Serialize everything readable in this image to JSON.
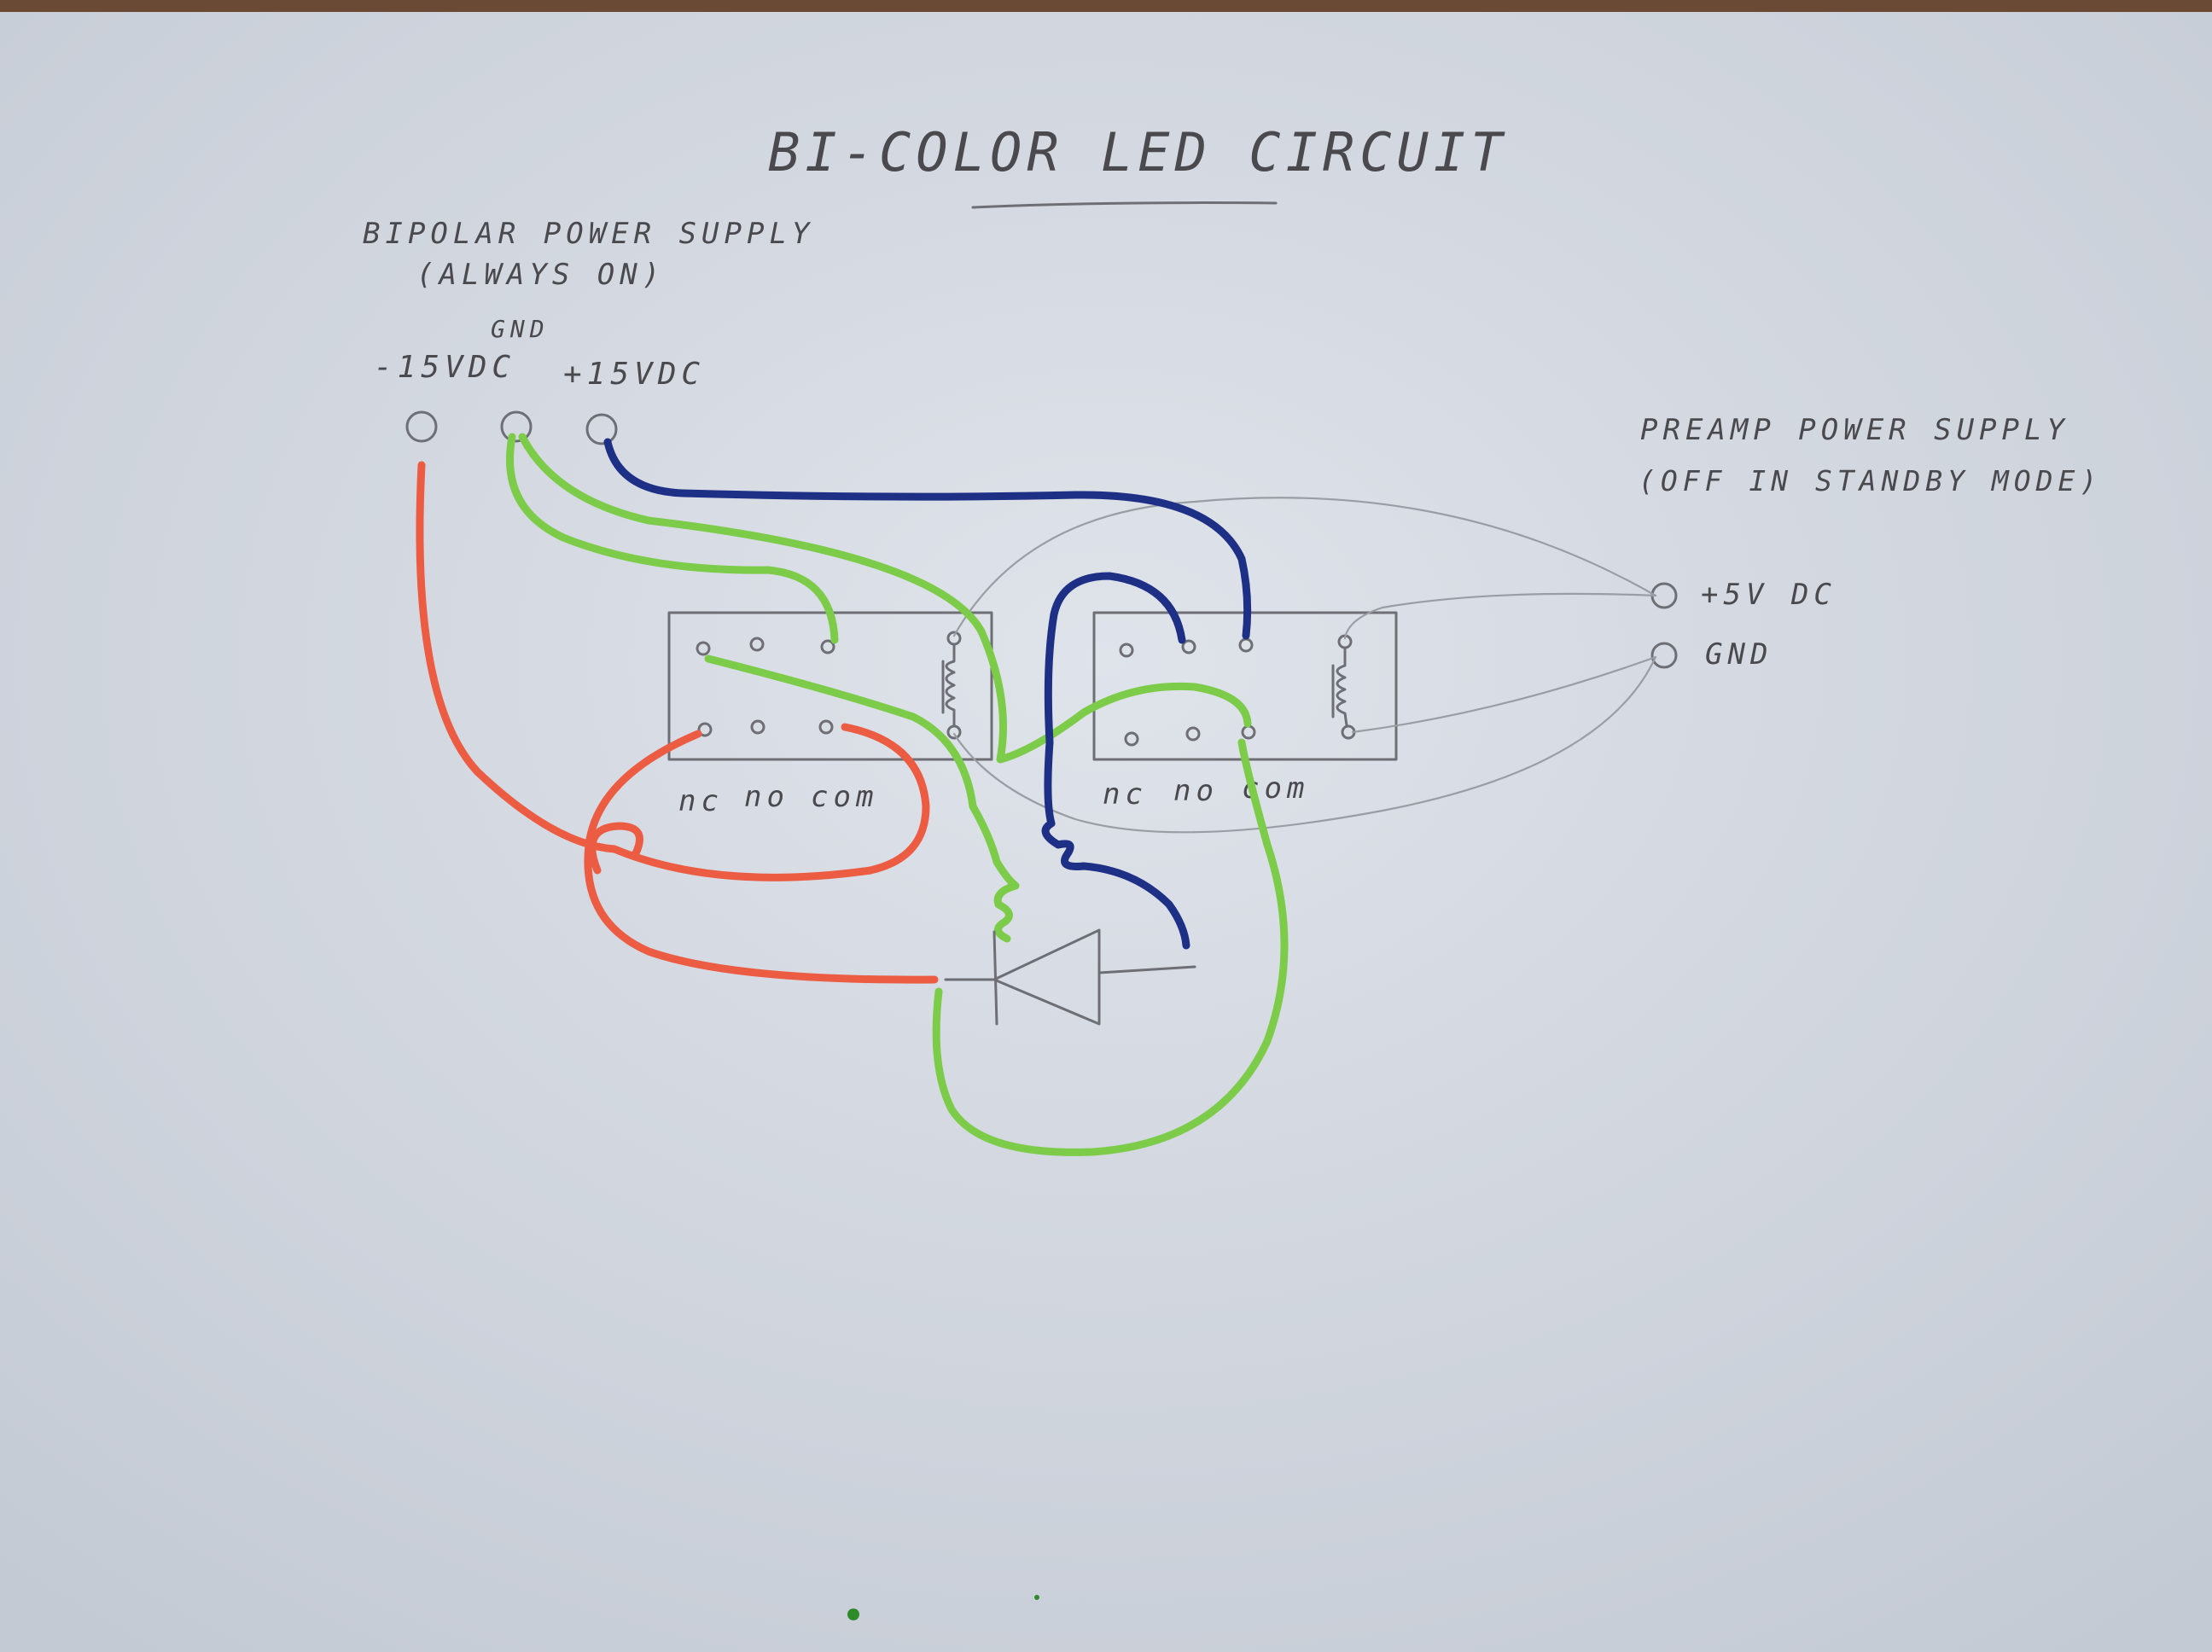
{
  "title": "BI-COLOR LED CIRCUIT",
  "bipolar_supply": {
    "label": "BIPOLAR POWER SUPPLY",
    "note": "(ALWAYS ON)",
    "terminals": {
      "neg": "-15VDC",
      "gnd": "GND",
      "pos": "+15VDC"
    }
  },
  "preamp_supply": {
    "label": "PREAMP POWER SUPPLY",
    "note": "(OFF IN STANDBY MODE)",
    "terminals": {
      "pos": "+5V DC",
      "gnd": "GND"
    }
  },
  "relay_left": {
    "pin_nc": "nc",
    "pin_no": "no",
    "pin_com": "com"
  },
  "relay_right": {
    "pin_nc": "nc",
    "pin_no": "no",
    "pin_com": "com"
  },
  "colors": {
    "paper": "#cdd3dc",
    "pencil": "#6d6f74",
    "red_wire": "#ec5c43",
    "green_wire": "#7ccc4a",
    "blue_wire": "#1e2f86"
  }
}
